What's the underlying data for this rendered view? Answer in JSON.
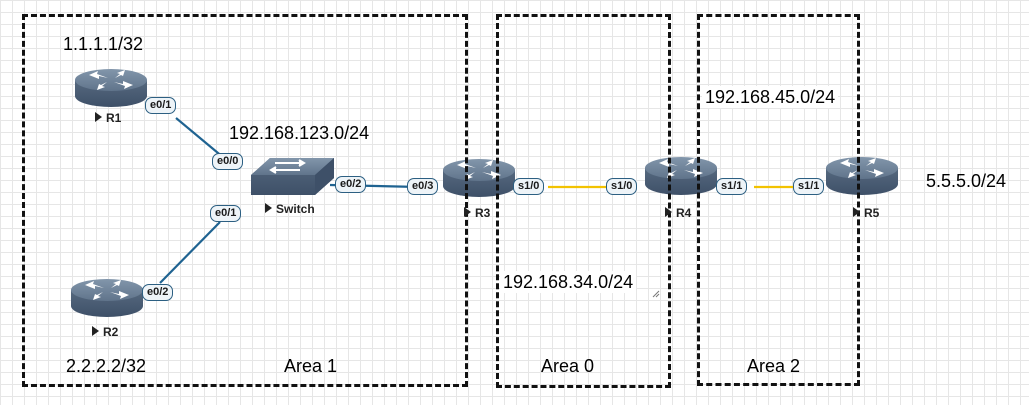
{
  "areas": {
    "area1": "Area 1",
    "area0": "Area 0",
    "area2": "Area 2"
  },
  "networks": {
    "r1_loopback": "1.1.1.1/32",
    "r2_loopback": "2.2.2.2/32",
    "r5_loopback": "5.5.5.0/24",
    "lan_123": "192.168.123.0/24",
    "link_34": "192.168.34.0/24",
    "link_45": "192.168.45.0/24"
  },
  "devices": {
    "r1": "R1",
    "r2": "R2",
    "r3": "R3",
    "r4": "R4",
    "r5": "R5",
    "switch": "Switch"
  },
  "ports": {
    "r1_e01": "e0/1",
    "r2_e02": "e0/2",
    "sw_e00": "e0/0",
    "sw_e01": "e0/1",
    "sw_e02": "e0/2",
    "r3_e03": "e0/3",
    "r3_s10": "s1/0",
    "r4_s10": "s1/0",
    "r4_s11": "s1/1",
    "r5_s11": "s1/1"
  },
  "colors": {
    "ethernet_link": "#1f6391",
    "serial_link": "#f2c200",
    "device_top": "#6a7f95",
    "device_body": "#4b5f78"
  }
}
